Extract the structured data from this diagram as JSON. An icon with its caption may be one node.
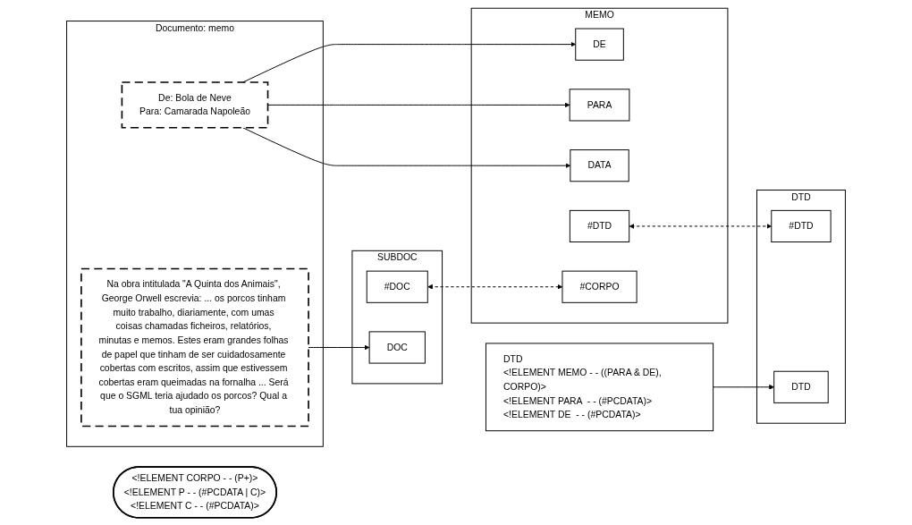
{
  "diagram": {
    "nodes": [
      {
        "text": [
          "Documento: memo"
        ]
      },
      {
        "text": [
          "De: Bola de Neve",
          "Para: Camarada Napoleão"
        ],
        "in": 0
      },
      {
        "text": [
          "Na obra intitulada \"A Quinta dos Animais\", George Orwell escrevia: ... os porcos tinham muito trabalho, diariamente, com umas coisas chamadas ficheiros, relatórios, minutas e memos. Estes eram grandes folhas de papel que tinham de ser cuidadosamente cobertas com escritos, assim que estivessem cobertas eram queimadas na fornalha ... Será que o SGML teria ajudado os porcos? Qual a tua opinião?"
        ],
        "in": 0
      },
      {
        "text": [
          "DTD",
          "<!ELEMENT MEMO - - ((PARA & DE), CORPO)>",
          "<!ELEMENT PARA  - - (#PCDATA)>",
          "<!ELEMENT DE  - - (#PCDATA)>"
        ]
      },
      {
        "text": [
          "<!ELEMENT CORPO - - (P+)>",
          "<!ELEMENT P - - (#PCDATA | C)>",
          "<!ELEMENT C - - (#PCDATA)>"
        ]
      },
      {
        "text": [
          "MEMO"
        ]
      },
      {
        "text": [
          "DE"
        ],
        "in": 5
      },
      {
        "text": [
          "PARA"
        ],
        "in": 5
      },
      {
        "text": [
          "DATA"
        ],
        "in": 5
      },
      {
        "text": [
          "#DTD"
        ],
        "in": 5
      },
      {
        "text": [
          "#CORPO"
        ],
        "in": 5
      },
      {
        "text": [
          "SUBDOC"
        ]
      },
      {
        "text": [
          "#DOC"
        ],
        "in": 11
      },
      {
        "text": [
          "DOC"
        ],
        "in": 11
      },
      {
        "text": [
          "DTD"
        ]
      },
      {
        "text": [
          "#DTD"
        ],
        "in": 14
      },
      {
        "text": [
          "DTD"
        ],
        "in": 14
      }
    ],
    "edges": [
      {
        "from": 1,
        "to": 6,
        "arrow": "to"
      },
      {
        "from": 1,
        "to": 7,
        "arrow": "to"
      },
      {
        "from": 1,
        "to": 8,
        "arrow": "to"
      },
      {
        "from": 2,
        "to": 13,
        "arrow": "to"
      },
      {
        "from": 3,
        "to": 16,
        "arrow": "to"
      },
      {
        "from": 12,
        "to": 10,
        "arrow": "both",
        "style": "dashed"
      },
      {
        "from": 9,
        "to": 15,
        "arrow": "both",
        "style": "dashed"
      }
    ]
  }
}
